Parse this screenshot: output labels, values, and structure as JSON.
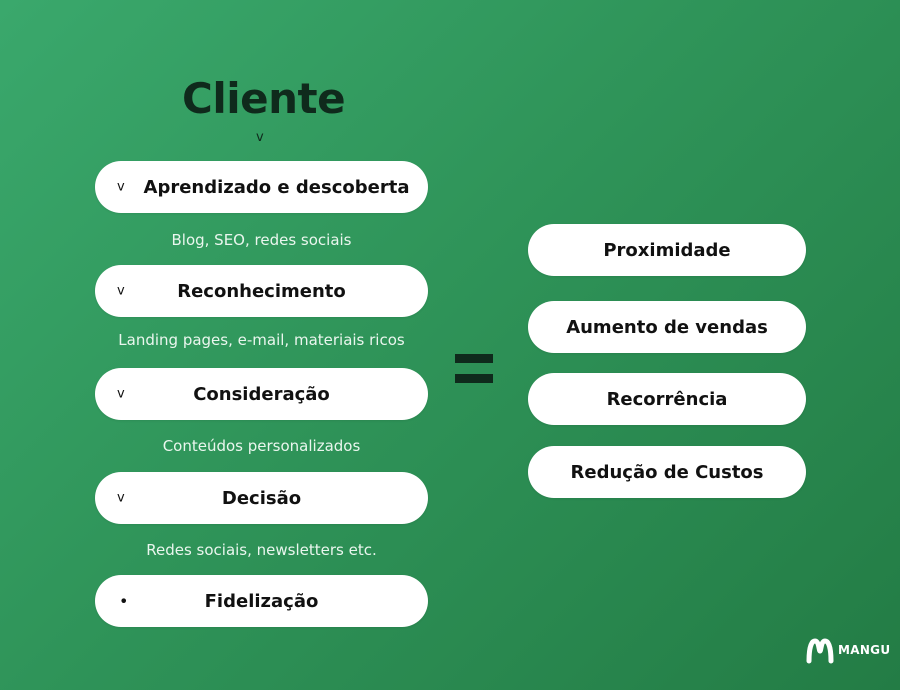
{
  "title": "Cliente",
  "stages": [
    {
      "label": "Aprendizado e descoberta",
      "marker": "v"
    },
    {
      "label": "Reconhecimento",
      "marker": "v"
    },
    {
      "label": "Consideração",
      "marker": "v"
    },
    {
      "label": "Decisão",
      "marker": "v"
    },
    {
      "label": "Fidelização",
      "marker": "•"
    }
  ],
  "title_marker": "v",
  "channels": [
    "Blog, SEO, redes sociais",
    "Landing pages, e-mail, materiais ricos",
    "Conteúdos personalizados",
    "Redes sociais, newsletters etc."
  ],
  "benefits": [
    "Proximidade",
    "Aumento de vendas",
    "Recorrência",
    "Redução de Custos"
  ],
  "logo": {
    "text": "MANGU"
  },
  "colors": {
    "background_start": "#3aa86c",
    "background_end": "#237c45",
    "dark_text": "#0f2a1c",
    "pill": "#ffffff"
  }
}
